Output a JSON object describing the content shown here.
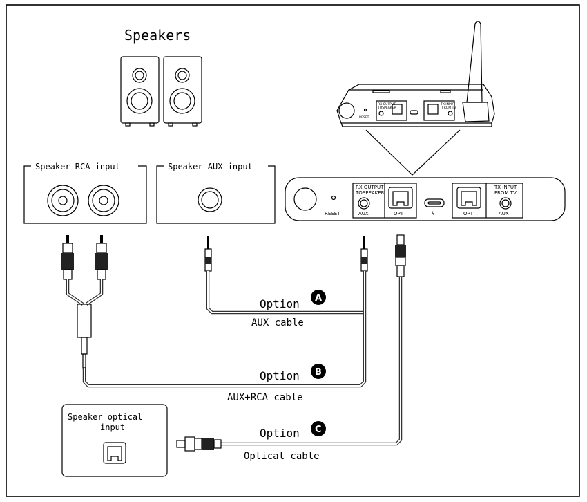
{
  "title": "Speakers",
  "labels": {
    "speaker_rca_input": "Speaker RCA input",
    "speaker_aux_input": "Speaker AUX input",
    "speaker_optical_input_line1": "Speaker optical",
    "speaker_optical_input_line2": "input",
    "reset": "RESET",
    "rx_output_line1": "RX OUTPUT",
    "rx_output_line2": "TOSPEAKER",
    "tx_input_line1": "TX INPUT",
    "tx_input_line2": "FROM TV",
    "aux": "AUX",
    "opt": "OPT",
    "power_symbol": "ϟ"
  },
  "options": [
    {
      "word": "Option",
      "badge": "A",
      "cable": "AUX cable"
    },
    {
      "word": "Option",
      "badge": "B",
      "cable": "AUX+RCA cable"
    },
    {
      "word": "Option",
      "badge": "C",
      "cable": "Optical cable"
    }
  ]
}
